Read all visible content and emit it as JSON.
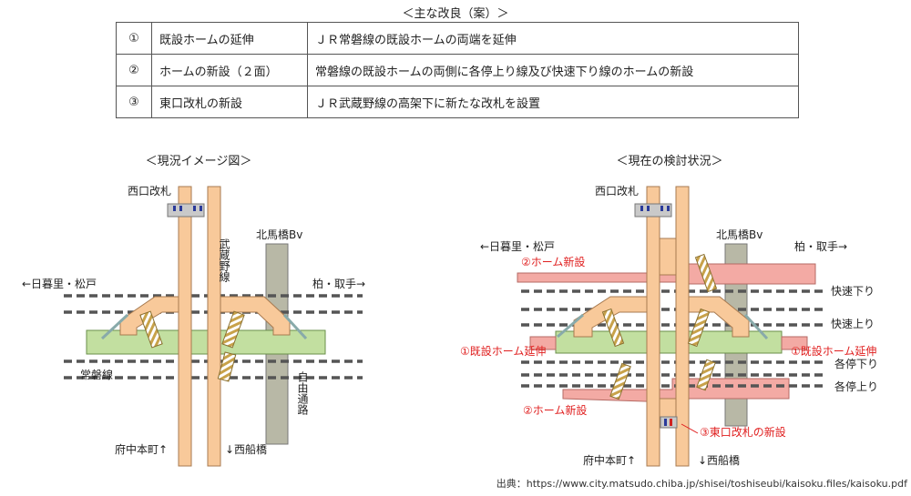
{
  "table": {
    "title": "＜主な改良（案）＞",
    "rows": [
      {
        "num": "①",
        "item": "既設ホームの延伸",
        "desc": "ＪＲ常磐線の既設ホームの両端を延伸"
      },
      {
        "num": "②",
        "item": "ホームの新設（２面）",
        "desc": "常磐線の既設ホームの両側に各停上り線及び快速下り線のホームの新設"
      },
      {
        "num": "③",
        "item": "東口改札の新設",
        "desc": "ＪＲ武蔵野線の高架下に新たな改札を設置"
      }
    ]
  },
  "left": {
    "title": "＜現況イメージ図＞",
    "nishiguchi": "西口改札",
    "kitamabashi": "北馬橋Bv",
    "nippori": "←日暮里・松戸",
    "kashiwa": "柏・取手→",
    "musashino": "武蔵野線",
    "joban": "常磐線",
    "jiyu": "自由通路",
    "fuchu": "府中本町↑",
    "nishifunabashi": "↓西船橋"
  },
  "right": {
    "title": "＜現在の検討状況＞",
    "nishiguchi": "西口改札",
    "kitamabashi": "北馬橋Bv",
    "nippori": "←日暮里・松戸",
    "kashiwa": "柏・取手→",
    "new_platform_top": "②ホーム新設",
    "new_platform_bottom": "②ホーム新設",
    "extend_left": "①既設ホーム延伸",
    "extend_right": "①既設ホーム延伸",
    "east_gate": "③東口改札の新設",
    "track1": "快速下り",
    "track2": "快速上り",
    "track3": "各停下り",
    "track4": "各停上り",
    "fuchu": "府中本町↑",
    "nishifunabashi": "↓西船橋"
  },
  "source": "出典：https://www.city.matsudo.chiba.jp/shisei/toshiseubi/kaisoku.files/kaisoku.pdf",
  "colors": {
    "musashino": "#f8c99a",
    "platform": "#c2dfa0",
    "new_platform": "#f3aaa4",
    "bridge": "#b8b8a6",
    "red_label": "#e02020"
  }
}
